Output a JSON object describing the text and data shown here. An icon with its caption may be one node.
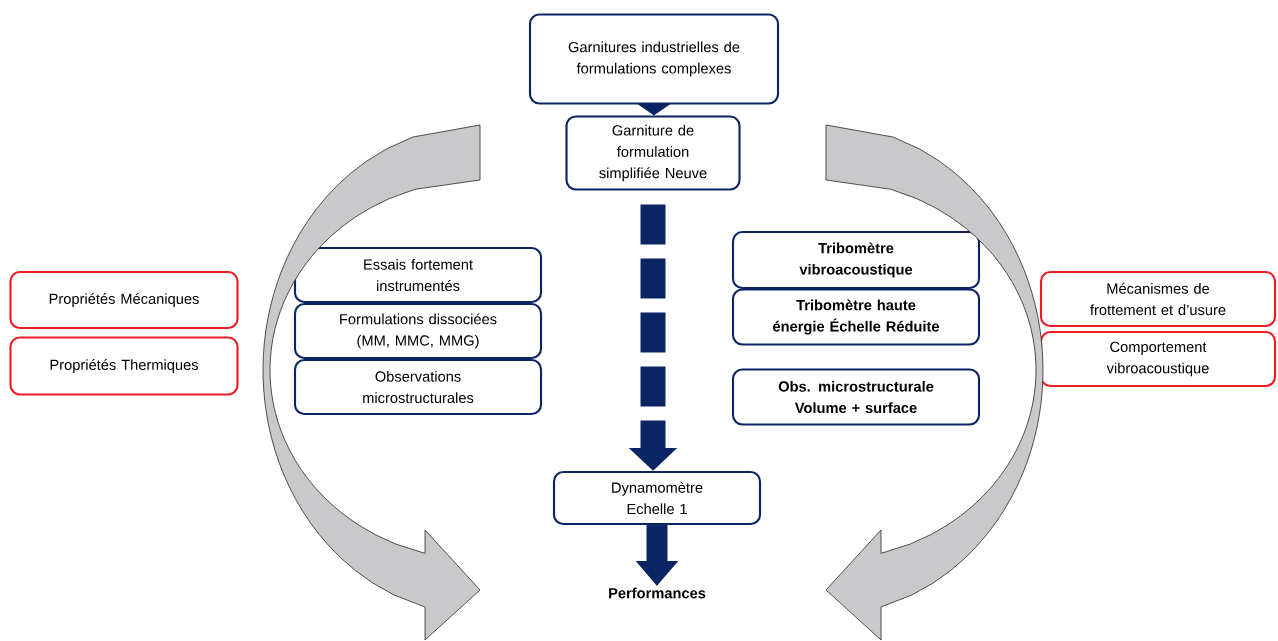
{
  "diagram": {
    "nodes": [
      {
        "text": [
          "Garnitures industrielles de formulations complexes"
        ]
      },
      {
        "text": [
          "Garniture de formulation simplifiée Neuve"
        ]
      },
      {
        "text": [
          "Dynamomètre Echelle 1"
        ]
      },
      {
        "text": [
          "Performances"
        ]
      },
      {
        "text": [
          "Propriétés Mécaniques"
        ]
      },
      {
        "text": [
          "Propriétés Thermiques"
        ]
      },
      {
        "text": [
          "Essais fortement instrumentés"
        ]
      },
      {
        "text": [
          "Formulations dissociées (MM, MMC, MMG)"
        ]
      },
      {
        "text": [
          "Observations microstructurales"
        ]
      },
      {
        "text": [
          "Tribomètre vibroacoustique"
        ]
      },
      {
        "text": [
          "Tribomètre haute énergie Échelle Réduite"
        ]
      },
      {
        "text": [
          "Obs. microstructurale Volume + surface"
        ]
      },
      {
        "text": [
          "Mécanismes de frottement et d’usure"
        ]
      },
      {
        "text": [
          "Comportement vibroacoustique"
        ]
      }
    ],
    "edges": [
      {
        "from": 0,
        "to": 1,
        "arrow": "to"
      },
      {
        "from": 1,
        "to": 2,
        "arrow": "to",
        "style": "dashed"
      },
      {
        "from": 2,
        "to": 3,
        "arrow": "to"
      },
      {
        "from": 1,
        "to": 3,
        "arrow": "to",
        "color": "#c9c9cb"
      },
      {
        "from": 1,
        "to": 3,
        "arrow": "to",
        "color": "#c9c9cb"
      }
    ]
  }
}
